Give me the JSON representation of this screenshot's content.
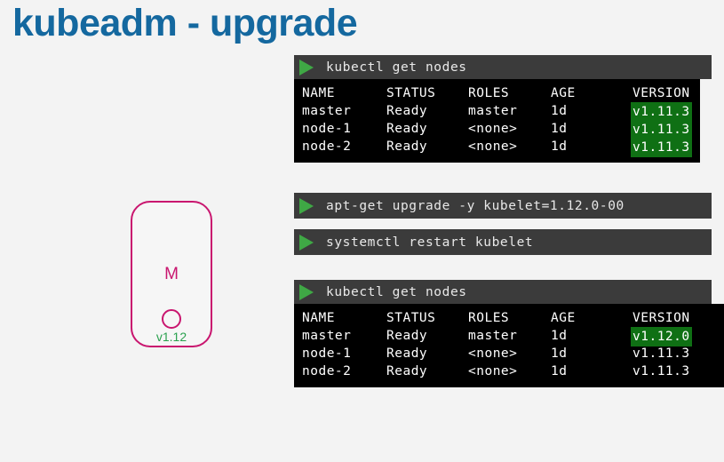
{
  "slide": {
    "title": "kubeadm - upgrade",
    "title_color": "#14689f",
    "background_color": "#f3f3f3"
  },
  "diagram": {
    "master_node": {
      "label": "M",
      "version": "v1.12",
      "border_color": "#c9166f",
      "version_color": "#2aa14e"
    }
  },
  "terminals": [
    {
      "id": "nodes-before",
      "command": "kubectl get nodes",
      "icon": "play-icon",
      "table": {
        "headers": [
          "NAME",
          "STATUS",
          "ROLES",
          "AGE",
          "VERSION"
        ],
        "rows": [
          {
            "name": "master",
            "status": "Ready",
            "roles": "master",
            "age": "1d",
            "version": "v1.11.3",
            "version_highlight": true
          },
          {
            "name": "node-1",
            "status": "Ready",
            "roles": "<none>",
            "age": "1d",
            "version": "v1.11.3",
            "version_highlight": true
          },
          {
            "name": "node-2",
            "status": "Ready",
            "roles": "<none>",
            "age": "1d",
            "version": "v1.11.3",
            "version_highlight": true
          }
        ]
      }
    },
    {
      "id": "apt",
      "command": "apt-get upgrade -y kubelet=1.12.0-00",
      "icon": "play-icon"
    },
    {
      "id": "systemctl",
      "command": "systemctl restart kubelet",
      "icon": "play-icon"
    },
    {
      "id": "nodes-after",
      "command": "kubectl get nodes",
      "icon": "play-icon",
      "table": {
        "headers": [
          "NAME",
          "STATUS",
          "ROLES",
          "AGE",
          "VERSION"
        ],
        "rows": [
          {
            "name": "master",
            "status": "Ready",
            "roles": "master",
            "age": "1d",
            "version": "v1.12.0",
            "version_highlight": true
          },
          {
            "name": "node-1",
            "status": "Ready",
            "roles": "<none>",
            "age": "1d",
            "version": "v1.11.3",
            "version_highlight": false
          },
          {
            "name": "node-2",
            "status": "Ready",
            "roles": "<none>",
            "age": "1d",
            "version": "v1.11.3",
            "version_highlight": false
          }
        ]
      }
    }
  ],
  "colors": {
    "terminal_bar": "#3b3b3b",
    "terminal_output": "#000000",
    "play_green": "#3fa845",
    "highlight_green": "#0f7014"
  }
}
